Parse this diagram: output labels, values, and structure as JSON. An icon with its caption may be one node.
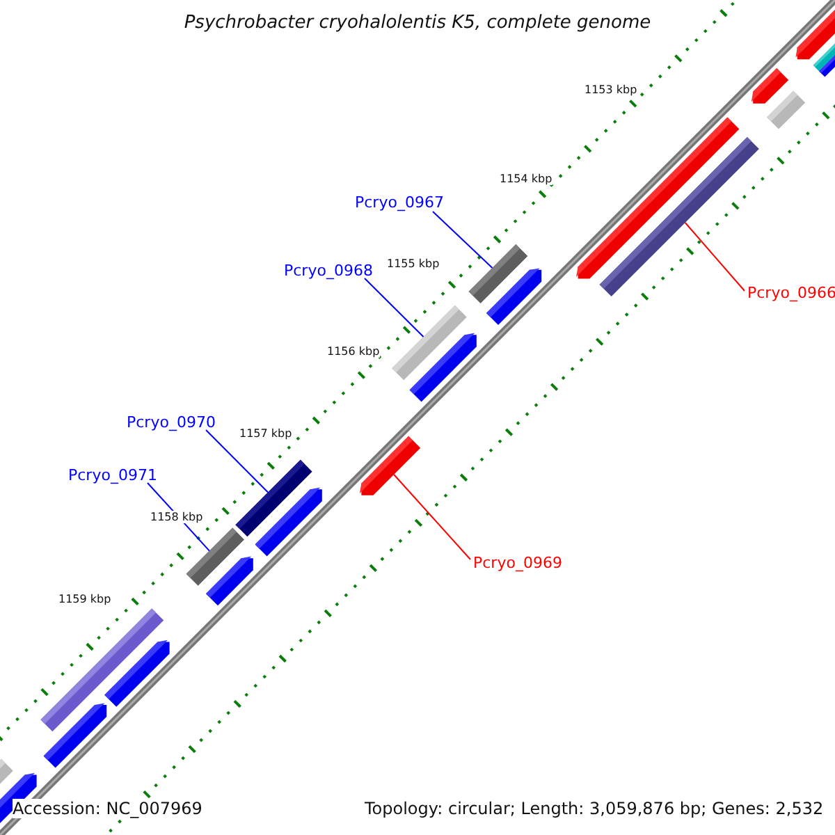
{
  "diagram": {
    "title": "Psychrobacter cryohalolentis K5, complete genome",
    "nodes": [
      {
        "text": [
          "Pcryo_0967"
        ]
      },
      {
        "text": [
          "Pcryo_0968"
        ]
      },
      {
        "text": [
          "Pcryo_0966"
        ]
      },
      {
        "text": [
          "Pcryo_0970"
        ]
      },
      {
        "text": [
          "Pcryo_0971"
        ]
      },
      {
        "text": [
          "Pcryo_0969"
        ]
      },
      {
        "text": [],
        "shape": "bar"
      },
      {
        "text": [],
        "shape": "bar"
      },
      {
        "text": [],
        "shape": "bar"
      },
      {
        "text": [],
        "shape": "bar"
      },
      {
        "text": [],
        "shape": "bar"
      },
      {
        "text": [],
        "shape": "bar"
      }
    ],
    "edges": [
      {
        "from": 0,
        "to": 7,
        "arrow": "none"
      },
      {
        "from": 1,
        "to": 8,
        "arrow": "none"
      },
      {
        "from": 2,
        "to": 6,
        "arrow": "none",
        "color": "#ff0000"
      },
      {
        "from": 3,
        "to": 10,
        "arrow": "none"
      },
      {
        "from": 4,
        "to": 11,
        "arrow": "none"
      },
      {
        "from": 5,
        "to": 9,
        "arrow": "none",
        "color": "#ff0000"
      }
    ],
    "labels": [
      "1153 kbp",
      "1154 kbp",
      "1155 kbp",
      "1156 kbp",
      "1157 kbp",
      "1158 kbp",
      "1159 kbp",
      "Accession: NC_007969",
      "Topology: circular; Length: 3,059,876 bp; Genes: 2,532"
    ]
  }
}
